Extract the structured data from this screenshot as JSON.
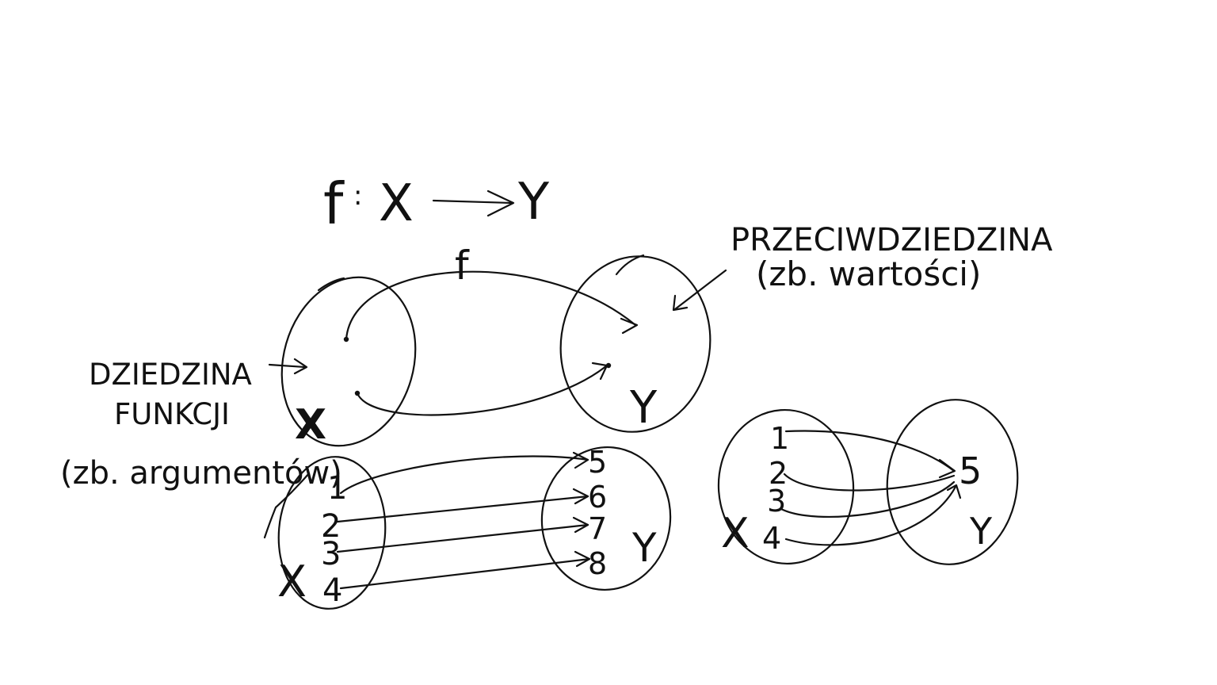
{
  "formula": {
    "f": "f",
    "colon": ":",
    "domain_set": "X",
    "codomain_set": "Y"
  },
  "main_diagram": {
    "function_label": "f",
    "domain_set_label": "X",
    "codomain_set_label": "Y",
    "domain_caption_line1": "DZIEDZINA",
    "domain_caption_line2": "FUNKCJI",
    "domain_caption_line3": "(zb. argumentów)",
    "codomain_caption_line1": "PRZECIWDZIEDZINA",
    "codomain_caption_line2": "(zb. wartości)"
  },
  "example_one_to_one": {
    "domain_set_label": "X",
    "codomain_set_label": "Y",
    "domain_elements": [
      "1",
      "2",
      "3",
      "4"
    ],
    "codomain_elements": [
      "5",
      "6",
      "7",
      "8"
    ]
  },
  "example_constant": {
    "domain_set_label": "X",
    "codomain_set_label": "Y",
    "domain_elements": [
      "1",
      "2",
      "3",
      "4"
    ],
    "codomain_elements": [
      "5"
    ]
  },
  "colors": {
    "ink": "#111111",
    "background": "#ffffff"
  }
}
